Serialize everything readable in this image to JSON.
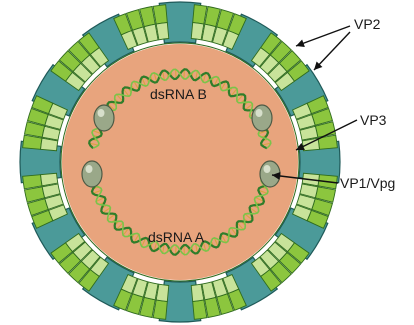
{
  "labels": {
    "vp2": "VP2",
    "vp3": "VP3",
    "vp1_vpg": "VP1/Vpg",
    "dsrna_a": "dsRNA A",
    "dsrna_b": "dsRNA B"
  },
  "colors": {
    "background": "#ffffff",
    "core": "#e8a47d",
    "vp2_outer": "#8cc63e",
    "vp2_inner": "#c8e39a",
    "vp2_stroke": "#2f6b1e",
    "spike": "#4b9a99",
    "spike_stroke": "#1f5a59",
    "rna_strand": "#2f7d2a",
    "rna_strand_light": "#7bc34a",
    "rna_rung": "#d9a441",
    "vp1": "#9aa889",
    "arrow": "#111111"
  },
  "counts": {
    "vp2_segments": 72,
    "spikes": 12
  }
}
